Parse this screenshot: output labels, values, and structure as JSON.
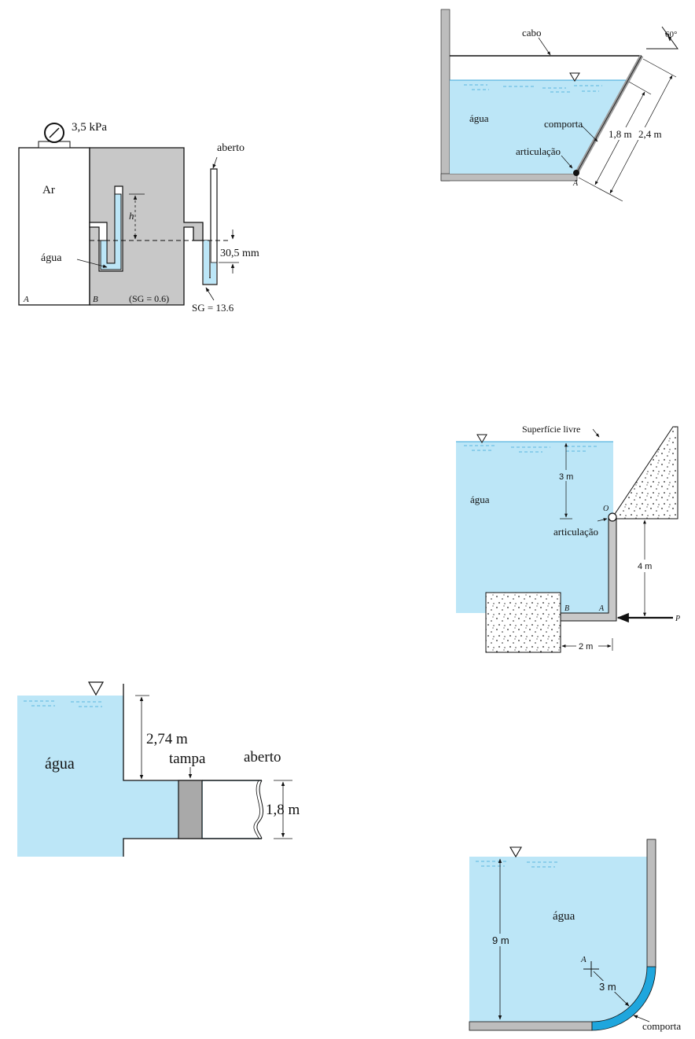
{
  "colors": {
    "water": "#bce6f7",
    "gas_grey": "#c8c8c8",
    "wall_grey": "#bdbdbd",
    "mercury": "#bce6f7",
    "gate_blue": "#1fa6dd",
    "ink": "#111111"
  },
  "diagrams": {
    "manometer": {
      "gauge_reading": "3,5 kPa",
      "air_label": "Ar",
      "water_label": "água",
      "h_label": "h",
      "open_label": "aberto",
      "dim_label": "30,5 mm",
      "point_a": "A",
      "point_b": "B",
      "sg_oil": "(SG = 0.6)",
      "sg_mercury": "SG = 13.6"
    },
    "inclined_gate": {
      "cable_label": "cabo",
      "angle_label": "60°",
      "water_label": "água",
      "gate_label": "comporta",
      "hinge_label": "articulação",
      "dim_inner": "1,8 m",
      "dim_outer": "2,4 m",
      "point_a": "A"
    },
    "l_gate": {
      "free_surface_label": "Superfície livre",
      "water_label": "água",
      "depth_label": "3 m",
      "point_o": "O",
      "hinge_label": "articulação",
      "height_label": "4 m",
      "width_label": "2 m",
      "point_b": "B",
      "point_a": "A",
      "force_label": "P"
    },
    "plug_tank": {
      "water_label": "água",
      "depth_label": "2,74 m",
      "plug_label": "tampa",
      "open_label": "aberto",
      "diameter_label": "1,8 m"
    },
    "curved_gate": {
      "water_label": "água",
      "depth_label": "9 m",
      "point_a": "A",
      "radius_label": "3 m",
      "gate_label": "comporta"
    }
  }
}
